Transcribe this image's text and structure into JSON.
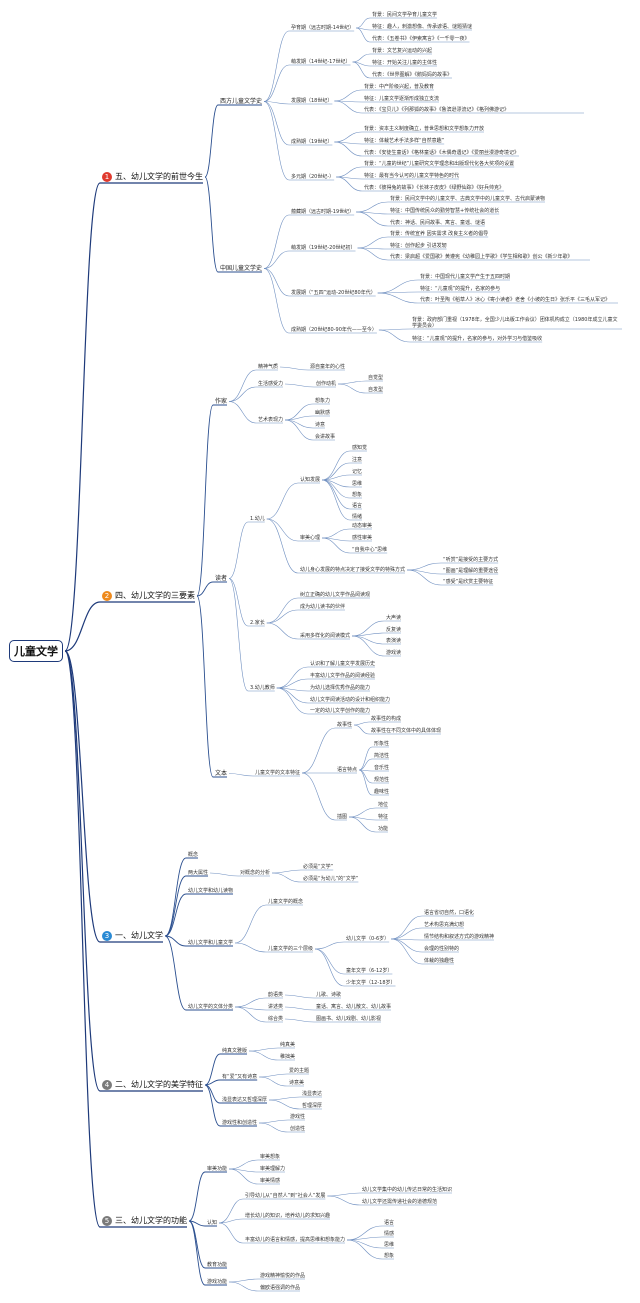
{
  "root": "儿童文学",
  "badges": [
    {
      "label": "1",
      "color": "#e03a2e"
    },
    {
      "label": "2",
      "color": "#ee8a1d"
    },
    {
      "label": "3",
      "color": "#2a8ad4"
    },
    {
      "label": "4",
      "color": "#7a7a7a"
    },
    {
      "label": "5",
      "color": "#7a7a7a"
    }
  ],
  "b1": {
    "title": "五、幼儿文学的前世今生",
    "west": "西方儿童文学史",
    "w1": "孕育期（远古时期-14世纪）",
    "w1a": "背景：民间文学孕育儿童文学",
    "w1b": "特征：趣人，刺激想像、传承谚语、谜题猜谜",
    "w1c": "代表：《五卷书》《伊索寓言》《一千零一夜》",
    "w2": "萌发期（14世纪-17世纪）",
    "w2a": "背景：文艺复兴运动的兴起",
    "w2b": "特征：开始关注儿童的主体性",
    "w2c": "代表：《世界图解》《鹅妈妈的故事》",
    "w3": "发展期（18世纪）",
    "w3a": "背景：中产阶级兴起，普及教育",
    "w3b": "特征：儿童文学逐渐形成独立支流",
    "w3c": "代表：《宝贝儿》《列那狐的故事》《鲁滨逊漂流记》《格列佛游记》",
    "w4": "成熟期（19世纪）",
    "w4a": "背景：资本主义制度确立，普世思想和文学想象力开放",
    "w4b": "特征：体裁艺术手法多样“自然意趣”",
    "w4c": "代表：《安徒生童话》《格林童话》《木偶奇遇记》《爱丽丝漫游奇境记》",
    "w5": "多元期（20世纪-）",
    "w5a": "背景：“儿童的世纪”儿童研究文学理念和出版现代化各大奖项的设置",
    "w5b": "特征：最有当今认可的儿童文学特色的时代",
    "w5c": "代表：《彼得兔的故事》《长袜子皮皮》《绿野仙踪》《好兵帅克》",
    "china": "中国儿童文学史",
    "c1": "蕴藏期（远古时期-19世纪）",
    "c1a": "背景：民间文学中的儿童文学、古典文学中的儿童文学、古代启蒙读物",
    "c1b": "特征：中国传统民众的勤劳智慧+传统社会的道长",
    "c1c": "代表：神话、民间故事、寓言、童谣、谜语",
    "c2": "萌发期（19世纪-20世纪初）",
    "c2a": "背景：传统宣养 因实需求 改良主义者的倡导",
    "c2b": "特征：创作起步 引进发轫",
    "c2c": "代表：梁启超《爱国歌》黄遵宪《幼稚园上学歌》《学生相和歌》创公《新少年歌》",
    "c3": "发展期（“五四”运动-20世纪80年代）",
    "c3a": "背景：中国现代儿童文学产生于五四时期",
    "c3b": "特征：“儿童观”的提升，名家的参与",
    "c3c": "代表：叶圣陶《稻草人》冰心《寄小读者》老舍《小坡的生日》张乐平《三毛从军记》",
    "c4": "成熟期（20世纪80-90年代——至今）",
    "c4a": "背景：政府部门重视（1978年，全国少儿出版工作会议）团体机构成立（1980年成立儿童文学委员会）",
    "c4b": "特征：“儿童观”的提升，名家的参与，对外学习与借鉴吸收"
  },
  "b2": {
    "title": "四、幼儿文学的三要素",
    "author": "作家",
    "a1": "精神气质",
    "a1a": "源自童年的心性",
    "a2": "生活感受力",
    "a2a": "创作动机",
    "a2a1": "自觉型",
    "a2a2": "自发型",
    "a3": "艺术表现力",
    "a3a": "想象力",
    "a3b": "幽默感",
    "a3c": "诗意",
    "a3d": "会讲故事",
    "child": "幼儿",
    "reader": "读者",
    "k1": "1.幼儿",
    "k1a": "认知发展",
    "k1a1": "感知觉",
    "k1a2": "注意",
    "k1a3": "记忆",
    "k1a4": "思维",
    "k1a5": "想象",
    "k1a6": "语言",
    "k1a7": "情绪",
    "k1b": "审美心理",
    "k1b1": "动态审美",
    "k1b2": "感性审美",
    "k1b3": "“自我中心”思维",
    "k1c": "幼儿身心发展的特点决定了接受文学的特殊方式",
    "k1c1": "“听赏”是接受的主要方式",
    "k1c2": "“图画”是理解的重要途径",
    "k1c3": "“感受”是欣赏主要特征",
    "k2": "2.家长",
    "k2a": "树立正确的幼儿文学作品阅读观",
    "k2b": "成为幼儿读书的伙伴",
    "k2c": "采用多样化的阅读模式",
    "k2c1": "大声读",
    "k2c2": "反复读",
    "k2c3": "表演读",
    "k2c4": "游戏读",
    "k3": "3.幼儿教师",
    "k3a": "认识和了解儿童文学发展历史",
    "k3b": "丰富幼儿文学作品的阅读经验",
    "k3c": "为幼儿选择优秀作品的能力",
    "k3d": "幼儿文学阅读活动的设计和组织能力",
    "k3e": "一定的幼儿文学创作的能力",
    "text": "文本",
    "t1": "儿童文学的文本特征",
    "t1a": "故事性",
    "t1a1": "故事性的构成",
    "t1a2": "故事性在不同文体中的具体体现",
    "t1b": "语言特点",
    "t1b1": "形象性",
    "t1b2": "简洁性",
    "t1b3": "音乐性",
    "t1b4": "规范性",
    "t1b5": "趣味性",
    "t1c": "插图",
    "t1c1": "地位",
    "t1c2": "特征",
    "t1c3": "功能"
  },
  "b3": {
    "title": "一、幼儿文学",
    "g1": "概念",
    "g2": "两大属性",
    "g2a": "对概念的分析",
    "g2a1": "必须是“文学”",
    "g2a2": "必须是“为幼儿”的“文学”",
    "g3": "幼儿文学和幼儿读物",
    "g4": "幼儿文学和儿童文学",
    "g4a": "儿童文学的概念",
    "g4b": "儿童文学的三个层级",
    "g4b1": "幼儿文学（0-6岁）",
    "g4b1a": "语言省切自然，口语化",
    "g4b1b": "艺术构思充满幻想",
    "g4b1c": "情节结构和叙述方式的游戏精神",
    "g4b1d": "会理的性别特的",
    "g4b1e": "体裁的独趣性",
    "g4b2": "童年文学（6-12岁）",
    "g4b3": "少年文学（12-18岁）",
    "g5": "幼儿文学的文体分类",
    "g5a": "韵语类",
    "g5a1": "儿歌、诗歌",
    "g5b": "讲述类",
    "g5b1": "童话、寓言、幼儿散文、幼儿故事",
    "g5c": "综合类",
    "g5c1": "图画书、幼儿戏剧、幼儿影视"
  },
  "b4": {
    "title": "二、幼儿文学的美学特征",
    "m1": "纯真文雅版",
    "m1a": "纯真美",
    "m1b": "稚拙美",
    "m2": "有“爱”又有诗意",
    "m2a": "爱的主题",
    "m2b": "诗意美",
    "m3": "浅显表达又哲理深厚",
    "m3a": "浅显表达",
    "m3b": "哲理深厚",
    "m4": "游戏性和创造性",
    "m4a": "游戏性",
    "m4b": "创造性"
  },
  "b5": {
    "title": "三、幼儿文学的功能",
    "f1": "审美功能",
    "f1a": "审美想象",
    "f1b": "审美理解力",
    "f1c": "审美情感",
    "f2": "认知",
    "f2a": "引导幼儿从“自然人”到“社会人”发展",
    "f2a1": "幼儿文学集中的幼儿传达日常的生活知识",
    "f2a2": "幼儿文学还需传递社会的道德规范",
    "f2b": "增长幼儿的知识，培养幼儿的求知兴趣",
    "f2c": "丰富幼儿的语言和情感，提高思维和想象能力",
    "f2c1": "语言",
    "f2c2": "情感",
    "f2c3": "思维",
    "f2c4": "想象",
    "f3": "教育功能",
    "f4": "游戏功能",
    "f4a": "游戏精神愉悦的作品",
    "f4b": "偏欧语强调的作品"
  }
}
